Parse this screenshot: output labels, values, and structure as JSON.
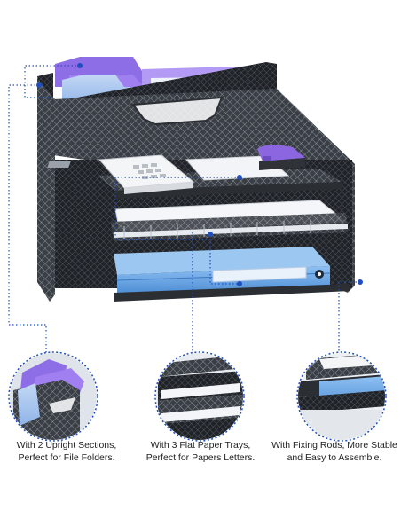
{
  "captions": [
    {
      "line1": "With 2 Upright Sections,",
      "line2": "Perfect for File Folders."
    },
    {
      "line1": "With 3 Flat Paper Trays,",
      "line2": "Perfect for Papers Letters."
    },
    {
      "line1": "With Fixing Rods, More Stable",
      "line2": "and Easy to Assemble."
    }
  ],
  "colors": {
    "mesh_dark": "#2b2e33",
    "mesh_light": "#6b7078",
    "folder_purple": "#8d6ee6",
    "folder_blue": "#a9c4ee",
    "paper_blue": "#6aa6e3",
    "callout_dot": "#1f4fbf",
    "stapler_purple": "#8b66e0"
  },
  "icons": {
    "calculator": "calculator-icon",
    "stapler": "stapler-icon"
  }
}
